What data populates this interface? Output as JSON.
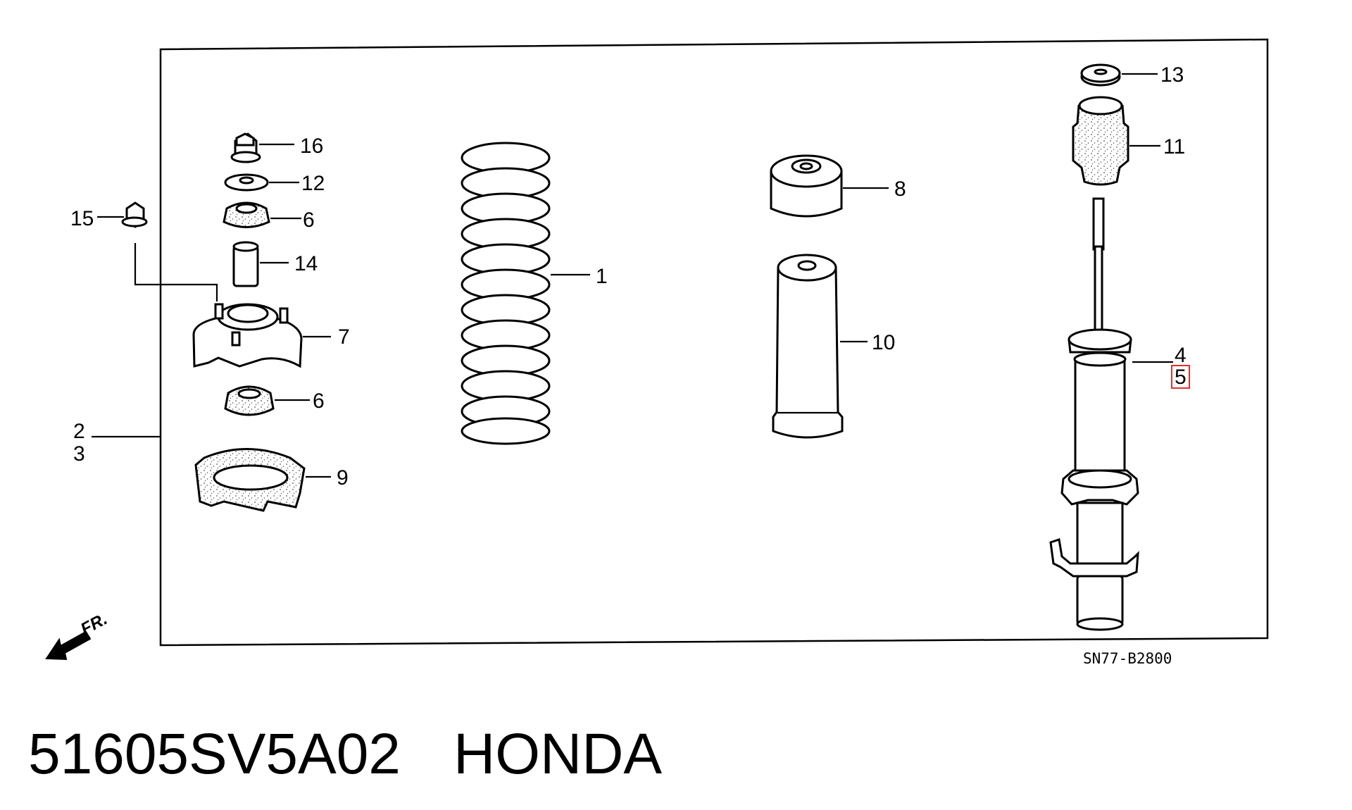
{
  "diagram_code": "SN77-B2800",
  "part_number": "51605SV5A02",
  "brand": "HONDA",
  "front_arrow_label": "FR.",
  "callouts": {
    "c1": "1",
    "c2": "2",
    "c3": "3",
    "c4": "4",
    "c5": "5",
    "c6a": "6",
    "c6b": "6",
    "c7": "7",
    "c8": "8",
    "c9": "9",
    "c10": "10",
    "c11": "11",
    "c12": "12",
    "c13": "13",
    "c14": "14",
    "c15": "15",
    "c16": "16"
  },
  "highlighted_callout": "c5",
  "colors": {
    "line": "#000000",
    "highlight": "#e03030",
    "background": "#ffffff"
  }
}
